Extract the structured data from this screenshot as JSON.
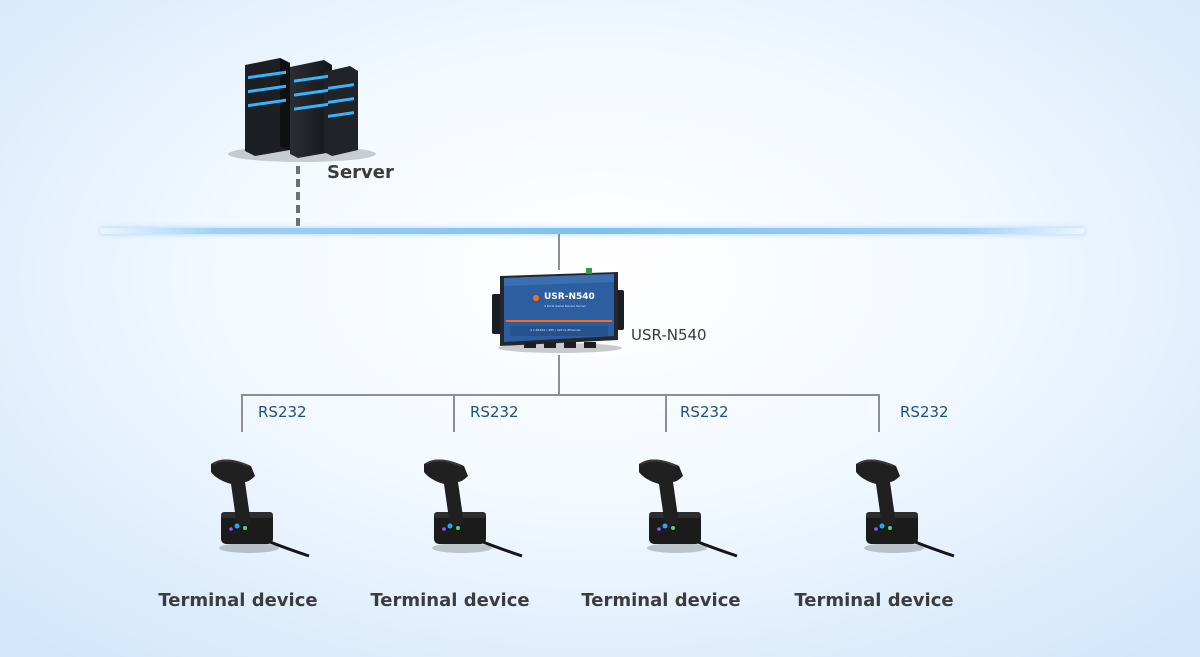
{
  "server": {
    "label": "Server",
    "icon": "server-rack-icon"
  },
  "gateway": {
    "label": "USR-N540",
    "device_brand": "USR-N540",
    "device_subtitle": "4 Ports Serial Device Server",
    "device_footer": "4 x RS232 / 485 / 422 to Ethernet"
  },
  "links": [
    {
      "protocol": "RS232"
    },
    {
      "protocol": "RS232"
    },
    {
      "protocol": "RS232"
    },
    {
      "protocol": "RS232"
    }
  ],
  "terminals": [
    {
      "label": "Terminal device",
      "icon": "barcode-scanner-icon"
    },
    {
      "label": "Terminal device",
      "icon": "barcode-scanner-icon"
    },
    {
      "label": "Terminal device",
      "icon": "barcode-scanner-icon"
    },
    {
      "label": "Terminal device",
      "icon": "barcode-scanner-icon"
    }
  ],
  "colors": {
    "bus": "#7ec0f2",
    "link_text": "#1c4f86",
    "line": "#8f8f8f"
  }
}
